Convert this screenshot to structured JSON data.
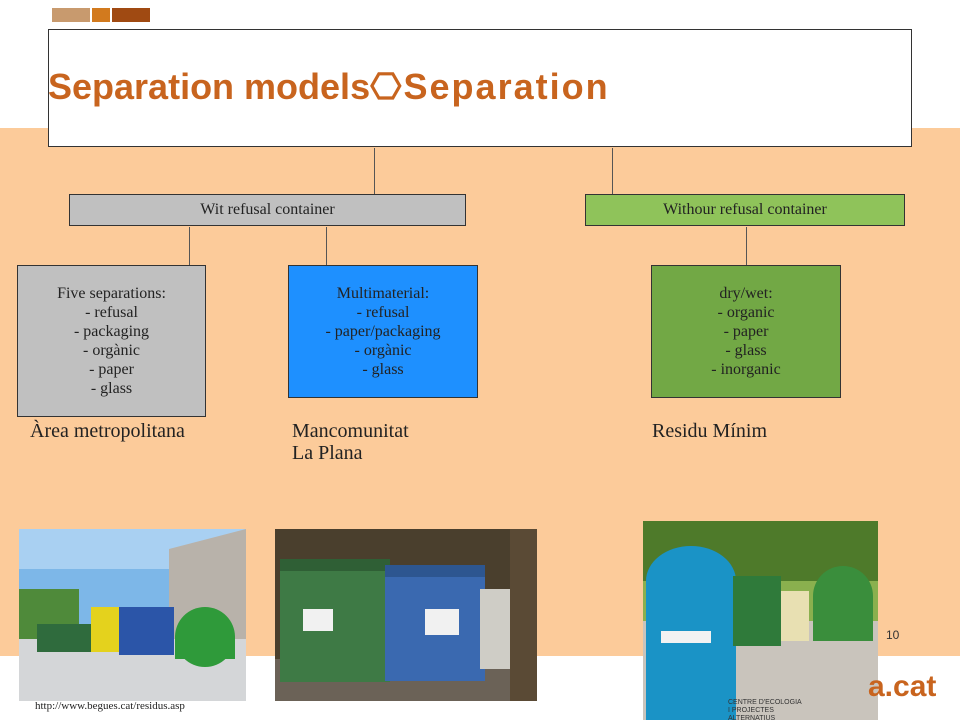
{
  "slide": {
    "title": "Separation models",
    "title_tail": "⎔Separation",
    "page_number": "10",
    "url": "http://www.begues.cat/residus.asp",
    "brand": "a.cat",
    "logo_line1": "CENTRE D'ECOLOGIA",
    "logo_line2": "I PROJECTES ALTERNATIUS"
  },
  "categories": {
    "with": "Wit refusal container",
    "without": "Withour refusal container"
  },
  "models": [
    {
      "lines": [
        "Five separations:",
        "- refusal",
        "- packaging",
        "- orgànic",
        "- paper",
        "- glass"
      ],
      "place": "Àrea metropolitana"
    },
    {
      "lines": [
        "Multimaterial:",
        "- refusal",
        "- paper/packaging",
        "- orgànic",
        "- glass"
      ],
      "place": "Mancomunitat\nLa Plana"
    },
    {
      "lines": [
        "dry/wet:",
        "- organic",
        "- paper",
        "- glass",
        "- inorganic"
      ],
      "place": "Residu Mínim"
    }
  ],
  "colors": {
    "accent": "#c8641e",
    "band": "#fccb9a",
    "grey_box": "#c0c0c0",
    "blue_box": "#1e90ff",
    "green_box": "#72a845",
    "green_cat": "#8fc35a"
  }
}
